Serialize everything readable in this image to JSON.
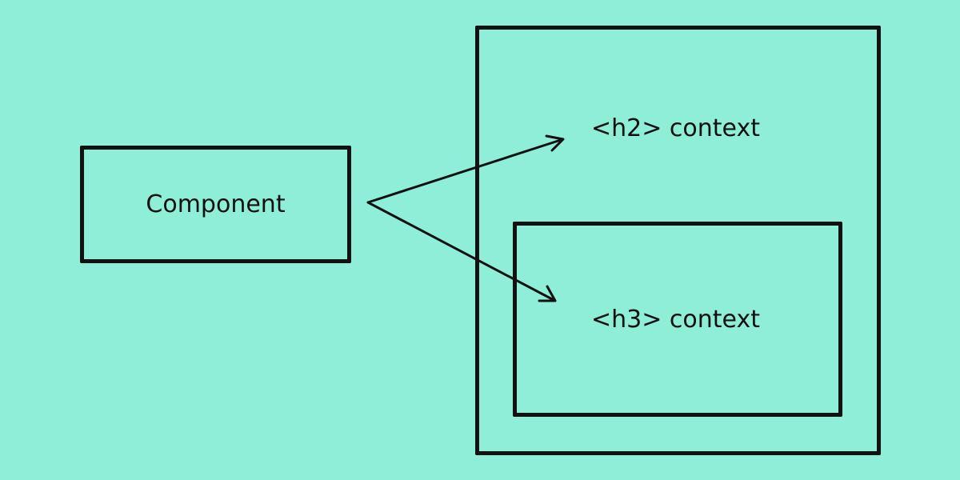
{
  "colors": {
    "background": "#8EEED8",
    "stroke": "#111111",
    "text": "#111111"
  },
  "nodes": {
    "component": {
      "label": "Component"
    },
    "h2_context": {
      "label": "<h2> context"
    },
    "h3_context": {
      "label": "<h3> context"
    }
  },
  "edges": [
    {
      "from": "component",
      "to": "h2_context"
    },
    {
      "from": "component",
      "to": "h3_context"
    }
  ]
}
